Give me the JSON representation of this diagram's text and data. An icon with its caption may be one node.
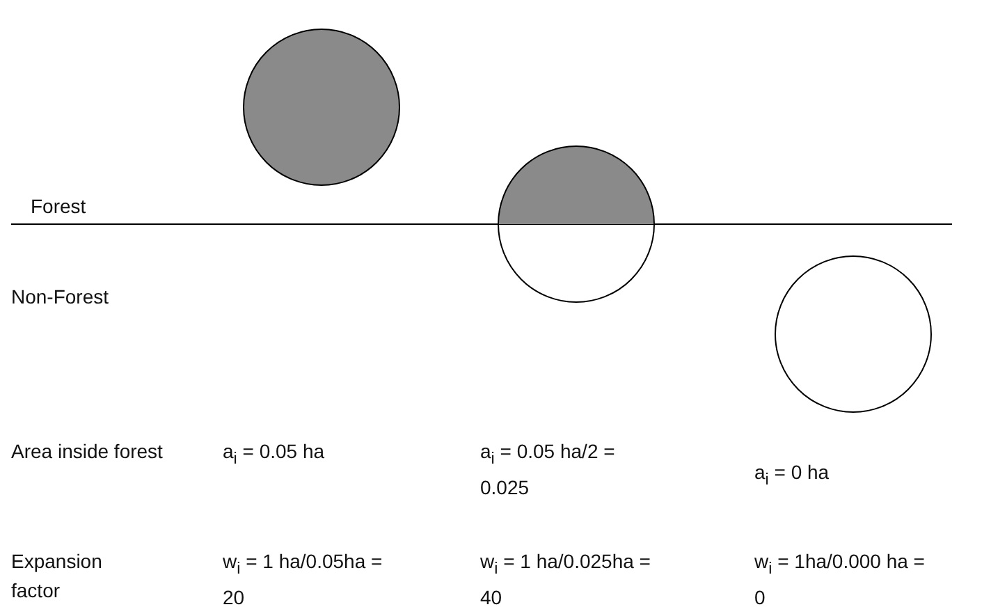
{
  "diagram": {
    "nodes": [
      {
        "text": [],
        "shape": "circle"
      },
      {
        "text": [],
        "shape": "circle"
      },
      {
        "text": [],
        "shape": "circle"
      }
    ],
    "labels": [
      "Forest",
      "Non-Forest",
      "Area inside forest",
      "a$_{i}$ = 0.05 ha",
      "a$_{i}$ = 0.05 ha/2 = 0.025",
      "a$_{i}$ = 0 ha",
      "Expansion factor",
      "w$_{i}$ = 1 ha/0.05ha = 20",
      "w$_{i}$ = 1 ha/0.025ha = 40",
      "w$_{i}$ = 1ha/0.000 ha = 0"
    ]
  }
}
